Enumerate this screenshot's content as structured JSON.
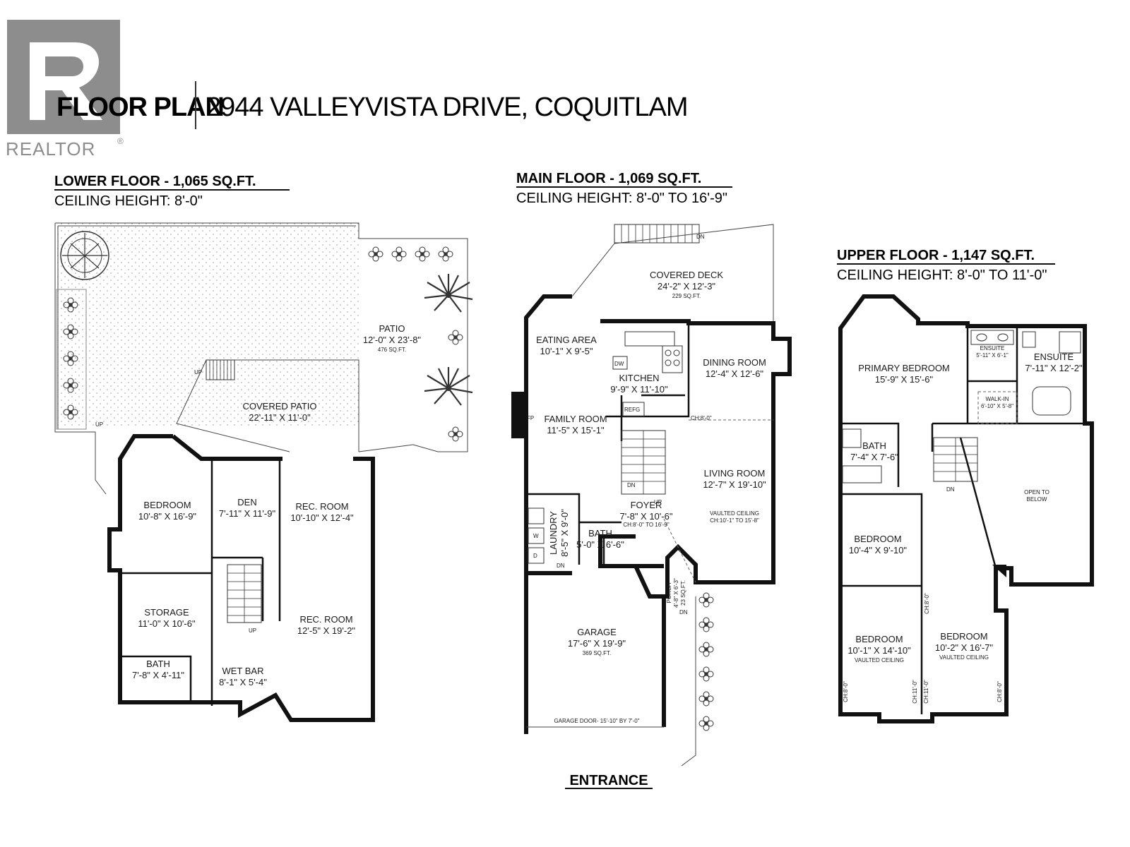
{
  "header": {
    "logo_text": "REALTOR",
    "title": "FLOOR PLAN",
    "address": "2944 VALLEYVISTA DRIVE, COQUITLAM"
  },
  "lower": {
    "title": "LOWER FLOOR - 1,065 SQ.FT.",
    "ceiling": "CEILING HEIGHT: 8'-0\"",
    "rooms": {
      "patio": {
        "name": "PATIO",
        "dims": "12'-0\" X 23'-8\"",
        "area": "476 SQ.FT."
      },
      "covered_patio": {
        "name": "COVERED PATIO",
        "dims": "22'-11\" X 11'-0\""
      },
      "bedroom": {
        "name": "BEDROOM",
        "dims": "10'-8\" X 16'-9\""
      },
      "den": {
        "name": "DEN",
        "dims": "7'-11\" X 11'-9\""
      },
      "rec1": {
        "name": "REC. ROOM",
        "dims": "10'-10\" X 12'-4\""
      },
      "rec2": {
        "name": "REC. ROOM",
        "dims": "12'-5\" X 19'-2\""
      },
      "storage": {
        "name": "STORAGE",
        "dims": "11'-0\" X 10'-6\""
      },
      "bath": {
        "name": "BATH",
        "dims": "7'-8\" X 4'-11\""
      },
      "wetbar": {
        "name": "WET BAR",
        "dims": "8'-1\" X 5'-4\""
      }
    },
    "labels": {
      "up1": "UP",
      "up2": "UP",
      "up3": "UP"
    }
  },
  "main": {
    "title": "MAIN FLOOR - 1,069 SQ.FT.",
    "ceiling": "CEILING HEIGHT: 8'-0\" TO 16'-9\"",
    "rooms": {
      "deck": {
        "name": "COVERED DECK",
        "dims": "24'-2\" X 12'-3\"",
        "area": "229 SQ.FT."
      },
      "eating": {
        "name": "EATING AREA",
        "dims": "10'-1\" X 9'-5\""
      },
      "kitchen": {
        "name": "KITCHEN",
        "dims": "9'-9\" X 11'-10\""
      },
      "dining": {
        "name": "DINING ROOM",
        "dims": "12'-4\" X 12'-6\""
      },
      "family": {
        "name": "FAMILY ROOM",
        "dims": "11'-5\" X 15'-1\""
      },
      "living": {
        "name": "LIVING ROOM",
        "dims": "12'-7\" X 19'-10\"",
        "note1": "VAULTED CEILING",
        "note2": "CH:10'-1\" TO 15'-8\""
      },
      "laundry": {
        "name": "LAUNDRY",
        "dims": "8'-5\" X 9'-0\""
      },
      "foyer": {
        "name": "FOYER",
        "dims": "7'-8\" X 10'-6\"",
        "note": "CH:8'-0\" TO 16'-9\""
      },
      "bath": {
        "name": "BATH",
        "dims": "5'-0\" X 6'-6\""
      },
      "porch": {
        "name": "PORCH",
        "dims": "4'-8\" X 6'-3\"",
        "area": "23 SQ.FT."
      },
      "garage": {
        "name": "GARAGE",
        "dims": "17'-6\" X 19'-9\"",
        "area": "369 SQ.FT.",
        "door": "GARAGE DOOR- 15'-10\" BY 7'-0\""
      }
    },
    "labels": {
      "dn_deck": "DN",
      "dw": "DW",
      "refg": "REFG",
      "fp": "FP",
      "ch": "CH:8'-0\"",
      "dn_stair": "DN",
      "up_stair": "UP",
      "w": "W",
      "d": "D",
      "dn_laundry": "DN",
      "dn_porch": "DN"
    },
    "entrance": "ENTRANCE"
  },
  "upper": {
    "title": "UPPER FLOOR - 1,147 SQ.FT.",
    "ceiling": "CEILING HEIGHT: 8'-0\" TO 11'-0\"",
    "rooms": {
      "primary": {
        "name": "PRIMARY BEDROOM",
        "dims": "15'-9\" X 15'-6\""
      },
      "ensuite1": {
        "name": "ENSUITE",
        "dims": "5'-11\" X 6'-1\""
      },
      "ensuite2": {
        "name": "ENSUITE",
        "dims": "7'-11\" X 12'-2\""
      },
      "walkin": {
        "name": "WALK-IN",
        "dims": "6'-10\" X 5'-8\""
      },
      "bath": {
        "name": "BATH",
        "dims": "7'-4\" X 7'-6\""
      },
      "open": {
        "line1": "OPEN TO",
        "line2": "BELOW"
      },
      "bed1": {
        "name": "BEDROOM",
        "dims": "10'-4\" X 9'-10\""
      },
      "bed2": {
        "name": "BEDROOM",
        "dims": "10'-1\" X 14'-10\"",
        "note": "VAULTED CEILING"
      },
      "bed3": {
        "name": "BEDROOM",
        "dims": "10'-2\" X 16'-7\"",
        "note": "VAULTED CEILING"
      }
    },
    "labels": {
      "dn": "DN",
      "ch1": "CH:8'-0\"",
      "ch2": "CH:11'-0\"",
      "ch3": "CH:11'-0\"",
      "ch4": "CH:8'-0\"",
      "ch5": "CH:8'-0\""
    }
  }
}
